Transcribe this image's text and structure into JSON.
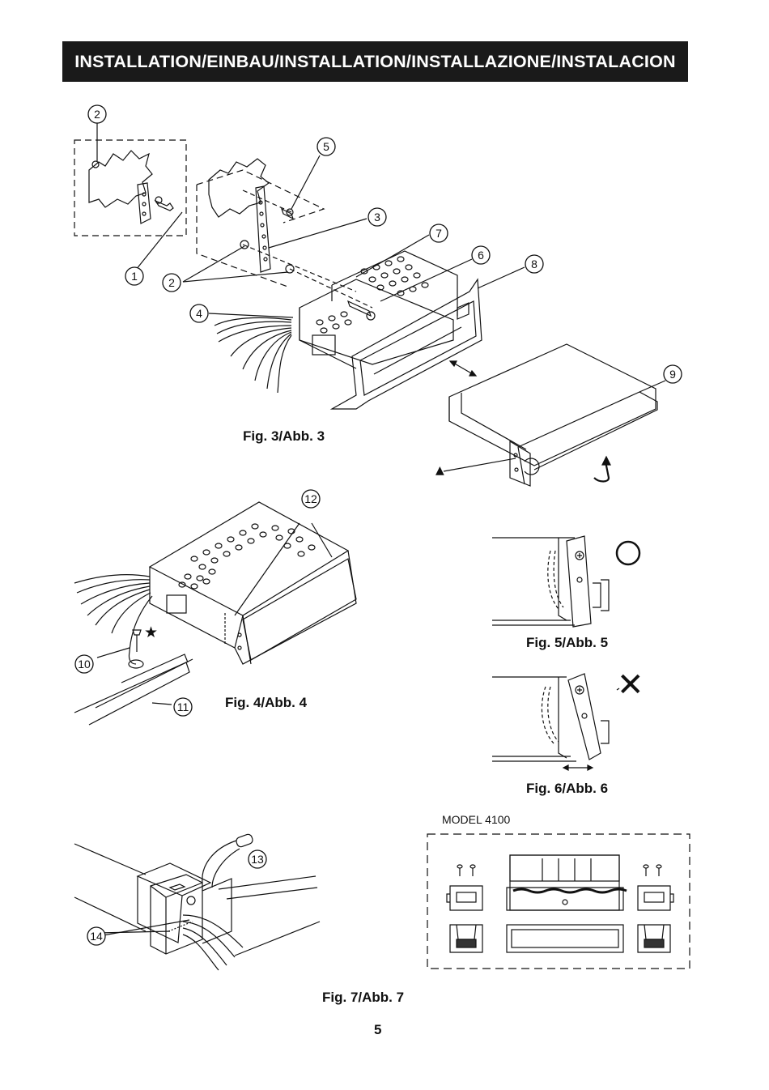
{
  "banner": {
    "title": "INSTALLATION/EINBAU/INSTALLATION/INSTALLAZIONE/INSTALACION"
  },
  "callouts": {
    "c1": "1",
    "c2a": "2",
    "c2b": "2",
    "c3": "3",
    "c4": "4",
    "c5": "5",
    "c6": "6",
    "c7": "7",
    "c8": "8",
    "c9": "9",
    "c10": "10",
    "c11": "11",
    "c12": "12",
    "c13": "13",
    "c14": "14"
  },
  "symbols": {
    "star": "★",
    "triangle": "▲",
    "ok": "O",
    "ng": "✕"
  },
  "captions": {
    "fig3": "Fig. 3/Abb. 3",
    "fig4": "Fig. 4/Abb. 4",
    "fig5": "Fig. 5/Abb. 5",
    "fig6": "Fig. 6/Abb. 6",
    "fig7": "Fig. 7/Abb. 7"
  },
  "model": "MODEL 4100",
  "page_number": "5"
}
